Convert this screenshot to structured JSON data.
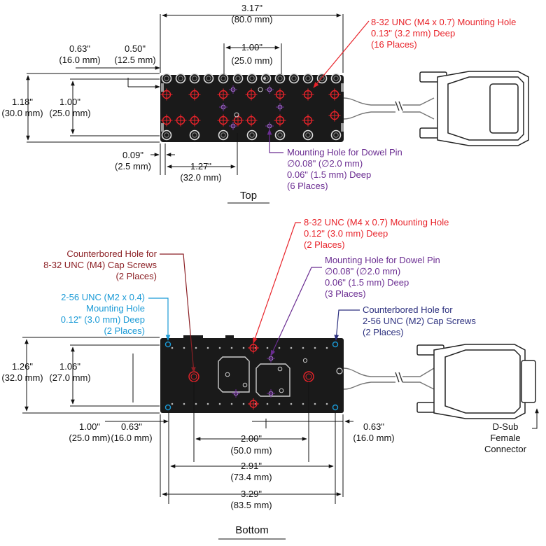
{
  "top_view": {
    "title": "Top",
    "dims": {
      "width_in": "3.17\"",
      "width_mm": "(80.0 mm)",
      "d063_in": "0.63\"",
      "d063_mm": "(16.0 mm)",
      "d050_in": "0.50\"",
      "d050_mm": "(12.5 mm)",
      "d100_in": "1.00\"",
      "d100_mm": "(25.0 mm)",
      "h118_in": "1.18\"",
      "h118_mm": "(30.0 mm)",
      "h100_in": "1.00\"",
      "h100_mm": "(25.0 mm)",
      "d009_in": "0.09\"",
      "d009_mm": "(2.5 mm)",
      "d127_in": "1.27\"",
      "d127_mm": "(32.0 mm)"
    },
    "callout_mount": [
      "8-32 UNC (M4 x 0.7) Mounting Hole",
      "0.13\" (3.2 mm) Deep",
      "(16 Places)"
    ],
    "callout_dowel": [
      "Mounting Hole for Dowel Pin",
      "∅0.08\" (∅2.0 mm)",
      "0.06\" (1.5 mm) Deep",
      "(6 Places)"
    ]
  },
  "bottom_view": {
    "title": "Bottom",
    "dims": {
      "h126_in": "1.26\"",
      "h126_mm": "(32.0 mm)",
      "h106_in": "1.06\"",
      "h106_mm": "(27.0 mm)",
      "d100_in": "1.00\"",
      "d100_mm": "(25.0 mm)",
      "d063l_in": "0.63\"",
      "d063l_mm": "(16.0 mm)",
      "d063r_in": "0.63\"",
      "d063r_mm": "(16.0 mm)",
      "d200_in": "2.00\"",
      "d200_mm": "(50.0 mm)",
      "d291_in": "2.91\"",
      "d291_mm": "(73.4 mm)",
      "d329_in": "3.29\"",
      "d329_mm": "(83.5 mm)"
    },
    "callout_mount": [
      "8-32 UNC (M4 x 0.7) Mounting Hole",
      "0.12\" (3.0 mm) Deep",
      "(2 Places)"
    ],
    "callout_dowel": [
      "Mounting Hole for Dowel Pin",
      "∅0.08\" (∅2.0 mm)",
      "0.06\" (1.5 mm) Deep",
      "(3 Places)"
    ],
    "callout_cb_m4": [
      "Counterbored Hole for",
      "8-32 UNC (M4) Cap Screws",
      "(2 Places)"
    ],
    "callout_256": [
      "2-56 UNC (M2 x 0.4)",
      "Mounting Hole",
      "0.12\" (3.0 mm) Deep",
      "(2 Places)"
    ],
    "callout_cb_m2": [
      "Counterbored Hole for",
      "2-56 UNC (M2) Cap Screws",
      "(2 Places)"
    ],
    "connector": [
      "D-Sub",
      "Female",
      "Connector"
    ]
  },
  "colors": {
    "red": "#e8232a",
    "purple": "#6a2c91",
    "blue": "#1a9ad6",
    "navy": "#2b2f7e",
    "dark_red": "#8b1f24",
    "body": "#1a1a1a"
  }
}
